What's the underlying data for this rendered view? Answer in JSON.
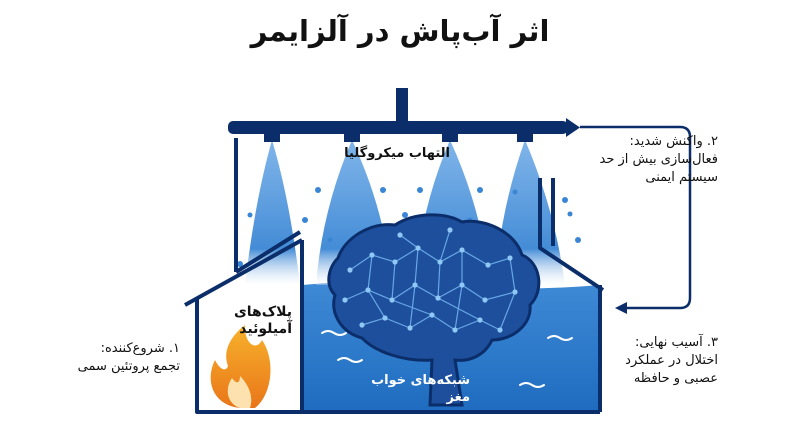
{
  "title": "اثر آب‌پاش در آلزایمر",
  "labels": {
    "microglia": "التهاب میکروگلیا",
    "plaques_line1": "پلاک‌های",
    "plaques_line2": "آمیلوئید",
    "brain_network": "شبکه‌های خواب مغز"
  },
  "steps": [
    {
      "heading": "۱. شروع‌کننده:",
      "line1": "تجمع پروتئین سمی",
      "line2": ""
    },
    {
      "heading": "۲. واکنش شدید:",
      "line1": "فعال‌سازی بیش از حد",
      "line2": "سیستم ایمنی"
    },
    {
      "heading": "۳. آسیب نهایی:",
      "line1": "اختلال در عملکرد",
      "line2": "عصبی و حافظه"
    }
  ],
  "colors": {
    "navy": "#0b2e6b",
    "water": "#3a86d4",
    "spray": "#4d94db",
    "fire": "#f59a1d",
    "brain": "#1e4f9c"
  }
}
